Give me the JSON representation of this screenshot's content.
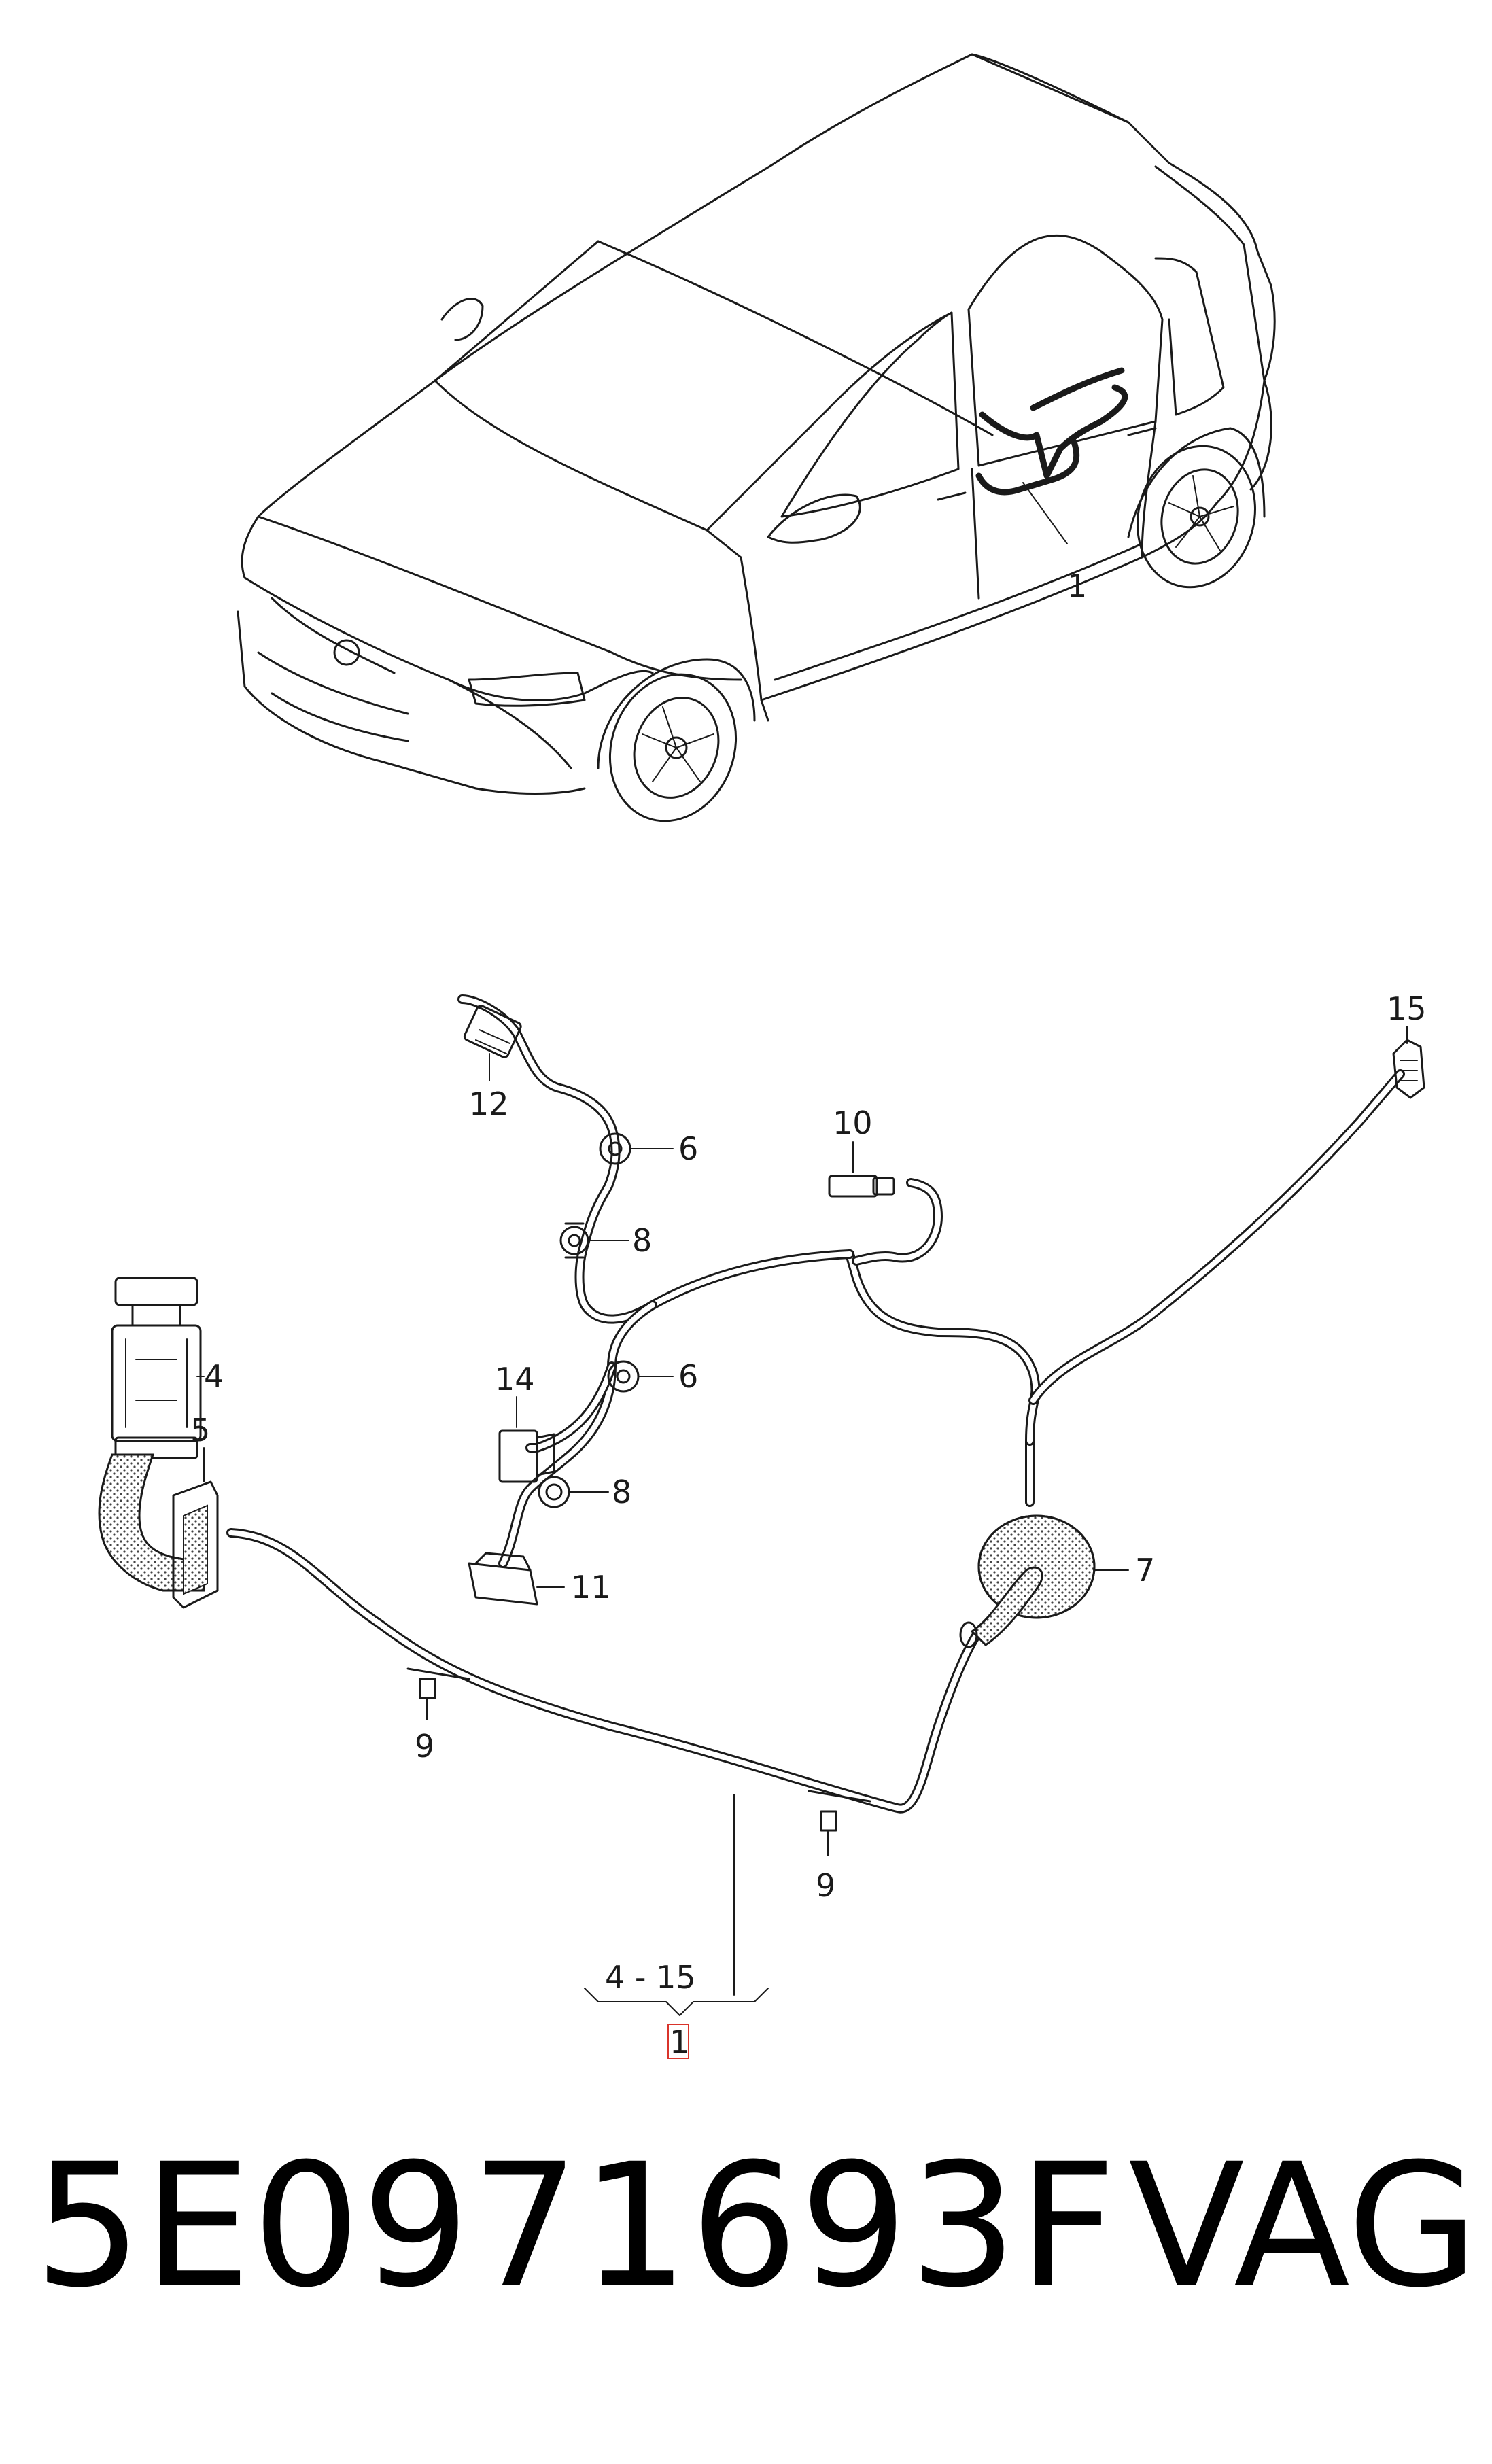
{
  "callouts": {
    "c1": "1",
    "c4": "4",
    "c5": "5",
    "c6a": "6",
    "c6b": "6",
    "c7": "7",
    "c8a": "8",
    "c8b": "8",
    "c9a": "9",
    "c9b": "9",
    "c10": "10",
    "c11": "11",
    "c12": "12",
    "c14": "14",
    "c15": "15",
    "range": "4 - 15",
    "assembly": "1"
  },
  "part_number": "5E0971693F",
  "brand": "VAG",
  "colors": {
    "line": "#1a1a1a",
    "highlight_box": "#d9342b"
  }
}
